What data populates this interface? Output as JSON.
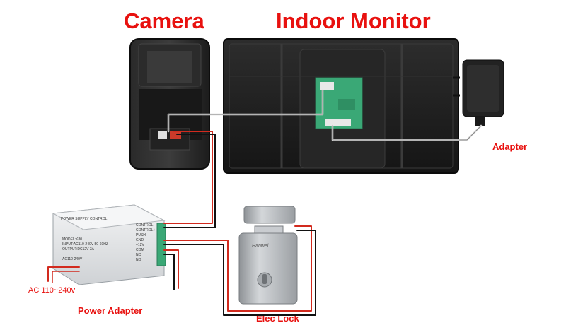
{
  "labels": {
    "camera": "Camera",
    "indoor_monitor": "Indoor Monitor",
    "adapter": "Adapter",
    "power_adapter": "Power Adapter",
    "elec_lock": "Elec Lock",
    "ac_input": "AC 110~240v"
  },
  "power_supply": {
    "brand": "POWER SUPPLY CONTROL",
    "model": "MODEL:K80",
    "input": "INPUT:AC110-240V  50-60HZ",
    "output": "OUTPUT:DC12V  3A",
    "ac_range": "AC110-240V",
    "terminals": [
      "CONTROL",
      "CONTROL+",
      "PUSH",
      "GND",
      "+12V",
      "COM",
      "NC",
      "NO"
    ]
  },
  "lock": {
    "brand": "Hanwei"
  },
  "colors": {
    "label_red": "#e8110f",
    "device_black": "#1a1a1a",
    "pcb_green": "#3aa876",
    "wire_red": "#d22a1e",
    "wire_black": "#111111",
    "psu_body": "#e6e8ea",
    "lock_metal": "#b9bcbf"
  }
}
